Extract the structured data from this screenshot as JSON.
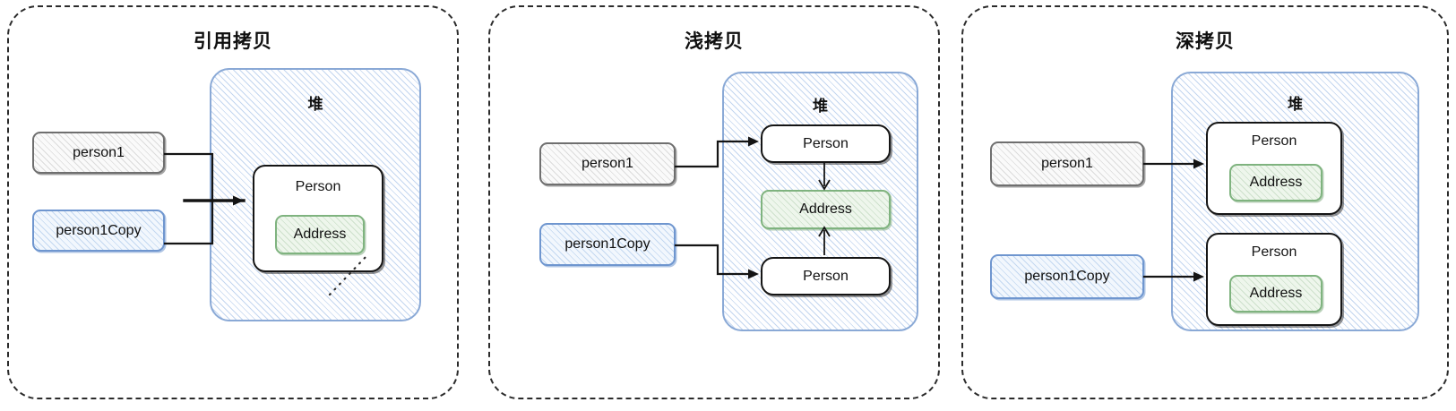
{
  "panels": [
    {
      "id": "reference-copy",
      "title": "引用拷贝",
      "heap_label": "堆",
      "variables": [
        {
          "name": "person1",
          "style": "grey"
        },
        {
          "name": "person1Copy",
          "style": "blue"
        }
      ],
      "objects": [
        {
          "title": "Person",
          "children": [
            {
              "title": "Address"
            }
          ]
        }
      ],
      "description": "person1 and person1Copy both reference the same Person object on the heap"
    },
    {
      "id": "shallow-copy",
      "title": "浅拷贝",
      "heap_label": "堆",
      "variables": [
        {
          "name": "person1",
          "style": "grey"
        },
        {
          "name": "person1Copy",
          "style": "blue"
        }
      ],
      "objects": [
        {
          "title": "Person",
          "children": []
        },
        {
          "title": "Address",
          "children": []
        },
        {
          "title": "Person",
          "children": []
        }
      ],
      "description": "two Person objects share one Address object"
    },
    {
      "id": "deep-copy",
      "title": "深拷贝",
      "heap_label": "堆",
      "variables": [
        {
          "name": "person1",
          "style": "grey"
        },
        {
          "name": "person1Copy",
          "style": "blue"
        }
      ],
      "objects": [
        {
          "title": "Person",
          "children": [
            {
              "title": "Address"
            }
          ]
        },
        {
          "title": "Person",
          "children": [
            {
              "title": "Address"
            }
          ]
        }
      ],
      "description": "each Person object has its own Address object"
    }
  ],
  "colors": {
    "panel_border": "#2b2b2b",
    "heap_border": "#8aa9d6",
    "heap_fill": "#eef3fb",
    "var_grey_border": "#6f6f6f",
    "var_blue_border": "#6f96cf",
    "object_border": "#151515",
    "address_border": "#7fb37f",
    "address_fill": "#eef6ec",
    "arrow": "#141414"
  }
}
